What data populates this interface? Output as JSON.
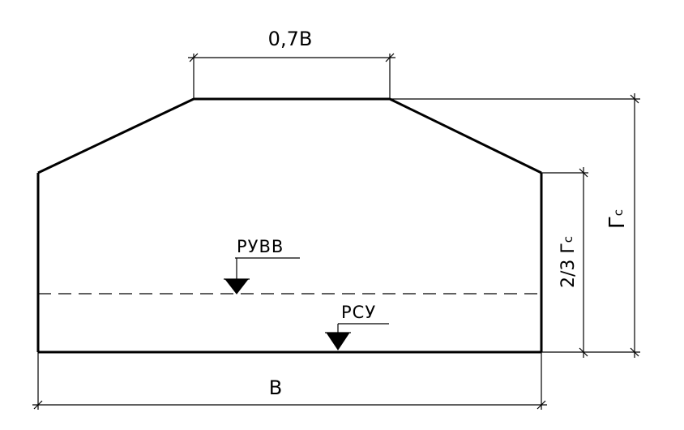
{
  "diagram": {
    "top_width_label": "0,7В",
    "bottom_width_label": "В",
    "level_high_label": "РУВВ",
    "level_working_label": "РСУ",
    "side_inner_label": "2/3 Г",
    "side_inner_sub": "с",
    "side_outer_label": "Г",
    "side_outer_sub": "с"
  }
}
